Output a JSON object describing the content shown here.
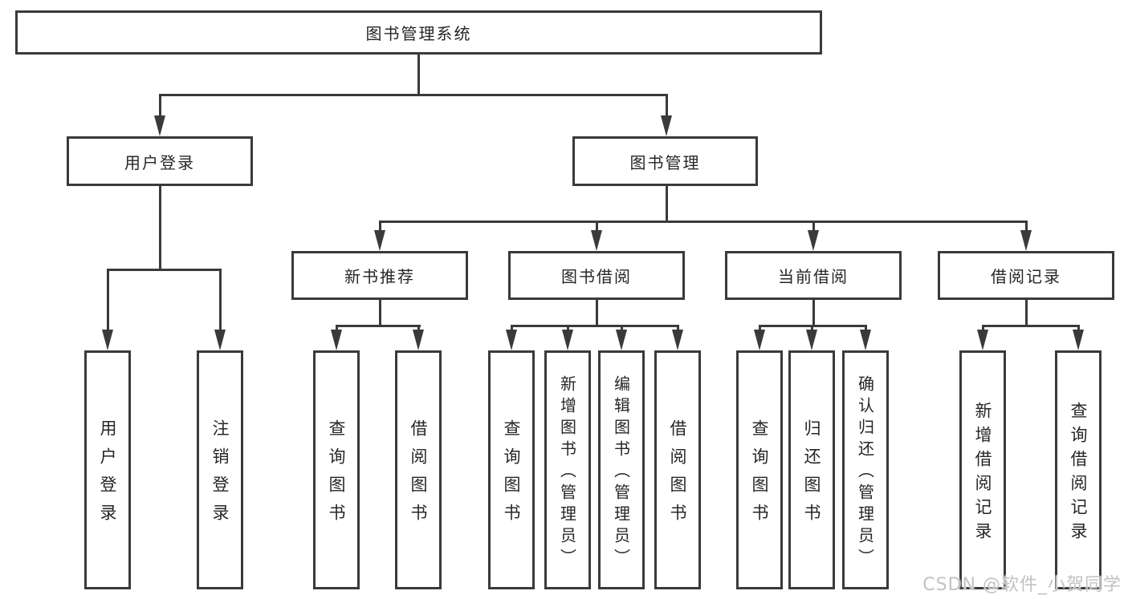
{
  "diagram": {
    "root": {
      "label": "图书管理系统"
    },
    "level2": {
      "user_login": {
        "label": "用户登录"
      },
      "book_mgmt": {
        "label": "图书管理"
      }
    },
    "level3": {
      "new_books": {
        "label": "新书推荐"
      },
      "book_borrow": {
        "label": "图书借阅"
      },
      "current_borrow": {
        "label": "当前借阅"
      },
      "borrow_records": {
        "label": "借阅记录"
      }
    },
    "leaves": {
      "user_login": [
        "用户登录",
        "注销登录"
      ],
      "new_books": [
        "查询图书",
        "借阅图书"
      ],
      "book_borrow": [
        "查询图书",
        "新增图书（管理员）",
        "编辑图书（管理员）",
        "借阅图书"
      ],
      "current_borrow": [
        "查询图书",
        "归还图书",
        "确认归还（管理员）"
      ],
      "borrow_records": [
        "新增借阅记录",
        "查询借阅记录"
      ]
    }
  },
  "watermark": {
    "text": "CSDN @软件_小贺同学"
  },
  "colors": {
    "line": "#3a3a3a",
    "text": "#262626",
    "watermark": "#c2c2c2"
  }
}
